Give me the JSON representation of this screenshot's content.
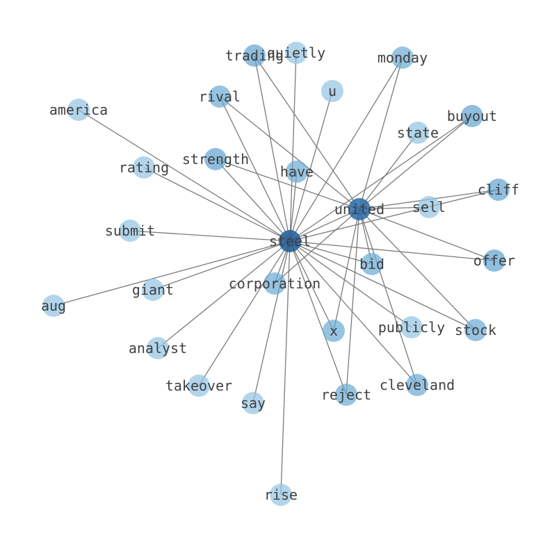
{
  "graph": {
    "nodes": [
      {
        "id": "steel",
        "label": "steel",
        "color": "#1f5d99",
        "opacity": 0.85
      },
      {
        "id": "united",
        "label": "united",
        "color": "#2a6aa6",
        "opacity": 0.85
      },
      {
        "id": "trading",
        "label": "trading",
        "color": "#5fa2d0",
        "opacity": 0.7
      },
      {
        "id": "quietly",
        "label": "quietly",
        "color": "#92c3e2",
        "opacity": 0.7
      },
      {
        "id": "monday",
        "label": "monday",
        "color": "#6aa9d4",
        "opacity": 0.7
      },
      {
        "id": "u",
        "label": "u",
        "color": "#92c3e2",
        "opacity": 0.7
      },
      {
        "id": "rival",
        "label": "rival",
        "color": "#6aa9d4",
        "opacity": 0.7
      },
      {
        "id": "america",
        "label": "america",
        "color": "#92c3e2",
        "opacity": 0.7
      },
      {
        "id": "buyout",
        "label": "buyout",
        "color": "#5fa2d0",
        "opacity": 0.7
      },
      {
        "id": "state",
        "label": "state",
        "color": "#92c3e2",
        "opacity": 0.7
      },
      {
        "id": "strength",
        "label": "strength",
        "color": "#5fa2d0",
        "opacity": 0.7
      },
      {
        "id": "rating",
        "label": "rating",
        "color": "#92c3e2",
        "opacity": 0.7
      },
      {
        "id": "have",
        "label": "have",
        "color": "#6aa9d4",
        "opacity": 0.7
      },
      {
        "id": "cliff",
        "label": "cliff",
        "color": "#5fa2d0",
        "opacity": 0.7
      },
      {
        "id": "sell",
        "label": "sell",
        "color": "#92c3e2",
        "opacity": 0.7
      },
      {
        "id": "submit",
        "label": "submit",
        "color": "#92c3e2",
        "opacity": 0.7
      },
      {
        "id": "offer",
        "label": "offer",
        "color": "#5fa2d0",
        "opacity": 0.7
      },
      {
        "id": "bid",
        "label": "bid",
        "color": "#6aa9d4",
        "opacity": 0.7
      },
      {
        "id": "corporation",
        "label": "corporation",
        "color": "#6aa9d4",
        "opacity": 0.7
      },
      {
        "id": "giant",
        "label": "giant",
        "color": "#92c3e2",
        "opacity": 0.7
      },
      {
        "id": "aug",
        "label": "aug",
        "color": "#92c3e2",
        "opacity": 0.7
      },
      {
        "id": "x",
        "label": "x",
        "color": "#6aa9d4",
        "opacity": 0.7
      },
      {
        "id": "publicly",
        "label": "publicly",
        "color": "#92c3e2",
        "opacity": 0.7
      },
      {
        "id": "stock",
        "label": "stock",
        "color": "#6aa9d4",
        "opacity": 0.7
      },
      {
        "id": "analyst",
        "label": "analyst",
        "color": "#92c3e2",
        "opacity": 0.7
      },
      {
        "id": "takeover",
        "label": "takeover",
        "color": "#92c3e2",
        "opacity": 0.7
      },
      {
        "id": "say",
        "label": "say",
        "color": "#92c3e2",
        "opacity": 0.7
      },
      {
        "id": "reject",
        "label": "reject",
        "color": "#6aa9d4",
        "opacity": 0.7
      },
      {
        "id": "cleveland",
        "label": "cleveland",
        "color": "#6aa9d4",
        "opacity": 0.7
      },
      {
        "id": "rise",
        "label": "rise",
        "color": "#92c3e2",
        "opacity": 0.7
      }
    ],
    "edges": [
      [
        "steel",
        "united"
      ],
      [
        "steel",
        "trading"
      ],
      [
        "steel",
        "quietly"
      ],
      [
        "steel",
        "monday"
      ],
      [
        "steel",
        "u"
      ],
      [
        "steel",
        "rival"
      ],
      [
        "steel",
        "america"
      ],
      [
        "steel",
        "buyout"
      ],
      [
        "steel",
        "strength"
      ],
      [
        "steel",
        "rating"
      ],
      [
        "steel",
        "have"
      ],
      [
        "steel",
        "cliff"
      ],
      [
        "steel",
        "submit"
      ],
      [
        "steel",
        "offer"
      ],
      [
        "steel",
        "corporation"
      ],
      [
        "steel",
        "giant"
      ],
      [
        "steel",
        "aug"
      ],
      [
        "steel",
        "x"
      ],
      [
        "steel",
        "publicly"
      ],
      [
        "steel",
        "stock"
      ],
      [
        "steel",
        "analyst"
      ],
      [
        "steel",
        "takeover"
      ],
      [
        "steel",
        "say"
      ],
      [
        "steel",
        "reject"
      ],
      [
        "steel",
        "cleveland"
      ],
      [
        "steel",
        "rise"
      ],
      [
        "steel",
        "bid"
      ],
      [
        "united",
        "trading"
      ],
      [
        "united",
        "monday"
      ],
      [
        "united",
        "rival"
      ],
      [
        "united",
        "buyout"
      ],
      [
        "united",
        "state"
      ],
      [
        "united",
        "strength"
      ],
      [
        "united",
        "cliff"
      ],
      [
        "united",
        "sell"
      ],
      [
        "united",
        "offer"
      ],
      [
        "united",
        "bid"
      ],
      [
        "united",
        "corporation"
      ],
      [
        "united",
        "x"
      ],
      [
        "united",
        "stock"
      ],
      [
        "united",
        "reject"
      ],
      [
        "united",
        "cleveland"
      ]
    ]
  }
}
